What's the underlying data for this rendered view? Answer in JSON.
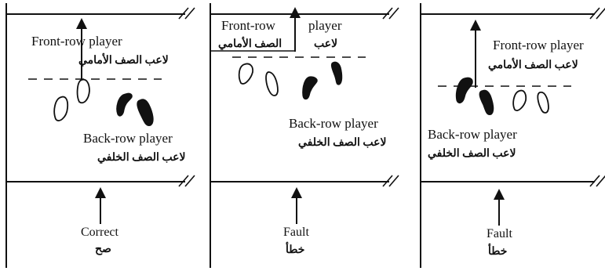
{
  "panels": [
    {
      "front_row_en": "Front-row player",
      "front_row_ar": "لاعب الصف الأمامي",
      "back_row_en": "Back-row player",
      "back_row_ar": "لاعب الصف الخلفي",
      "verdict_en": "Correct",
      "verdict_ar": "صح"
    },
    {
      "front_row_en_part1": "Front-row",
      "front_row_en_part2": "player",
      "front_row_ar_part1": "الصف الأمامي",
      "front_row_ar_part2": "لاعب",
      "back_row_en": "Back-row player",
      "back_row_ar": "لاعب الصف الخلفي",
      "verdict_en": "Fault",
      "verdict_ar": "خطأ"
    },
    {
      "front_row_en": "Front-row player",
      "front_row_ar": "لاعب الصف الأمامي",
      "back_row_en": "Back-row player",
      "back_row_ar": "لاعب الصف الخلفي",
      "verdict_en": "Fault",
      "verdict_ar": "خطأ"
    }
  ]
}
